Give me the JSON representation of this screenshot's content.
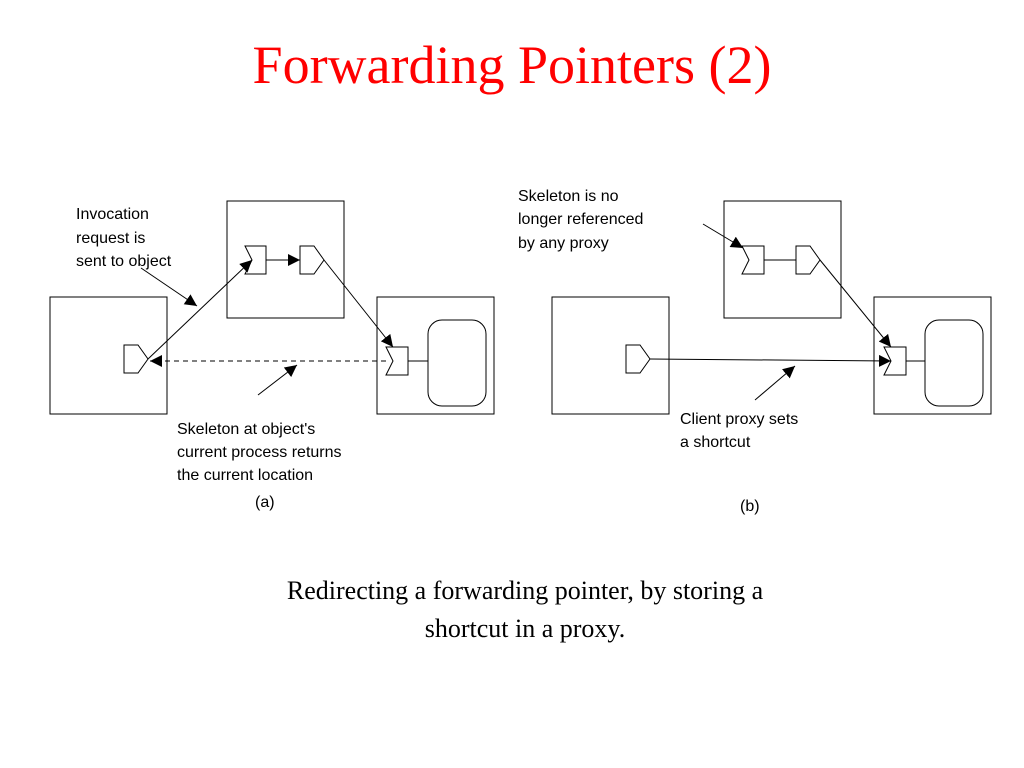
{
  "slide": {
    "title": "Forwarding Pointers (2)",
    "caption_line1": "Redirecting a forwarding pointer, by storing a",
    "caption_line2": "shortcut in a proxy."
  },
  "panel_a": {
    "label": "(a)",
    "note_invocation": [
      "Invocation",
      "request is",
      "sent to object"
    ],
    "note_skeleton": [
      "Skeleton at object's",
      "current process returns",
      "the current location"
    ]
  },
  "panel_b": {
    "label": "(b)",
    "note_skeleton": [
      "Skeleton is no",
      "longer referenced",
      "by any proxy"
    ],
    "note_shortcut": [
      "Client proxy sets",
      "a shortcut"
    ]
  }
}
